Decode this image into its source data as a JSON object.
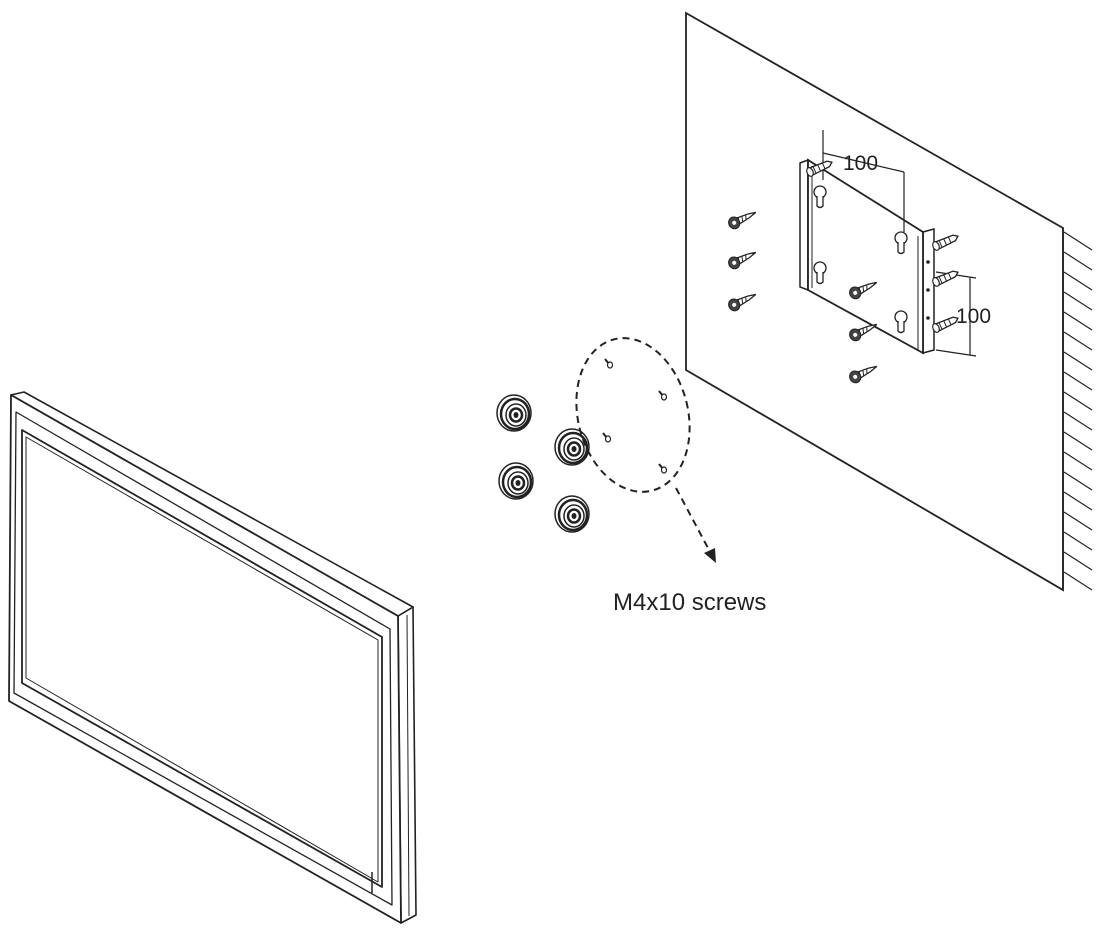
{
  "dimensions": {
    "horizontal": "100",
    "vertical": "100"
  },
  "callout": {
    "label": "M4x10 screws"
  },
  "colors": {
    "line": "#222222",
    "fill": "#ffffff"
  }
}
